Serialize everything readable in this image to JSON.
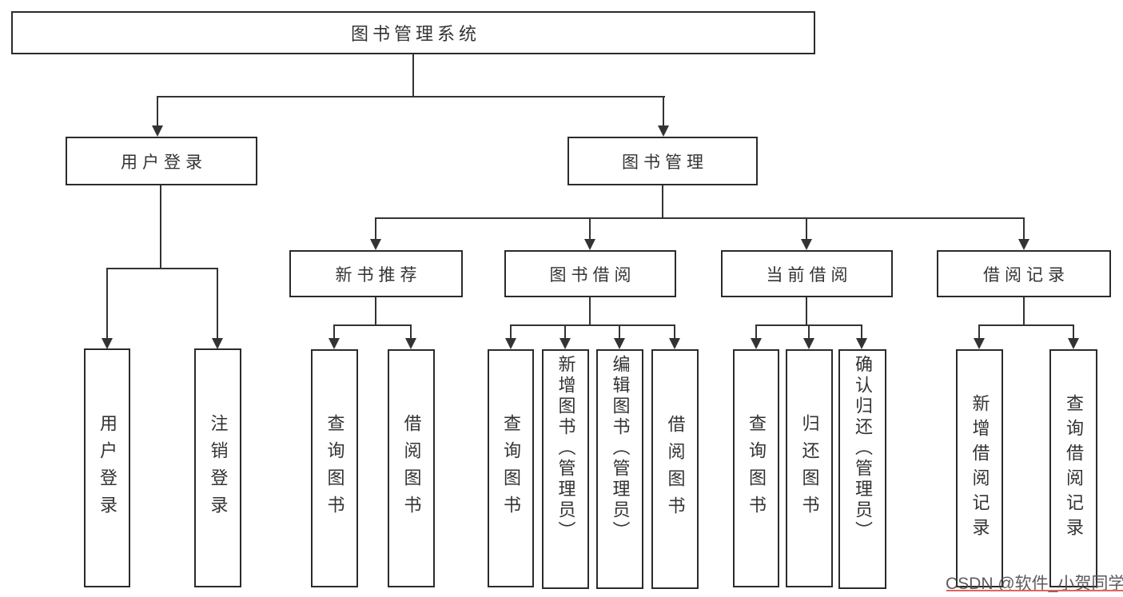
{
  "colors": {
    "background": "#ffffff",
    "line": "#333333",
    "border": "#2b2b2b",
    "text": "#333333",
    "watermark_text": "#4e4e4e",
    "watermark_accent": "#e1564e"
  },
  "nodes": {
    "root": "图书管理系统",
    "user_login": "用户登录",
    "book_mgmt": "图书管理",
    "ul_login": "用户登录",
    "ul_logout": "注销登录",
    "new_book_rec": "新书推荐",
    "book_borrow": "图书借阅",
    "current_borrow": "当前借阅",
    "borrow_record": "借阅记录",
    "nbr_query": "查询图书",
    "nbr_borrow": "借阅图书",
    "bb_query": "查询图书",
    "bb_add": "新增图书（管理员）",
    "bb_edit": "编辑图书（管理员）",
    "bb_borrow": "借阅图书",
    "cb_query": "查询图书",
    "cb_return": "归还图书",
    "cb_confirm": "确认归还（管理员）",
    "br_add": "新增借阅记录",
    "br_query": "查询借阅记录"
  },
  "hierarchy": {
    "图书管理系统": [
      "用户登录",
      "图书管理"
    ],
    "用户登录": [
      "用户登录",
      "注销登录"
    ],
    "图书管理": [
      "新书推荐",
      "图书借阅",
      "当前借阅",
      "借阅记录"
    ],
    "新书推荐": [
      "查询图书",
      "借阅图书"
    ],
    "图书借阅": [
      "查询图书",
      "新增图书（管理员）",
      "编辑图书（管理员）",
      "借阅图书"
    ],
    "当前借阅": [
      "查询图书",
      "归还图书",
      "确认归还（管理员）"
    ],
    "借阅记录": [
      "新增借阅记录",
      "查询借阅记录"
    ]
  },
  "watermark": {
    "text": "CSDN @软件_小贺同学"
  }
}
